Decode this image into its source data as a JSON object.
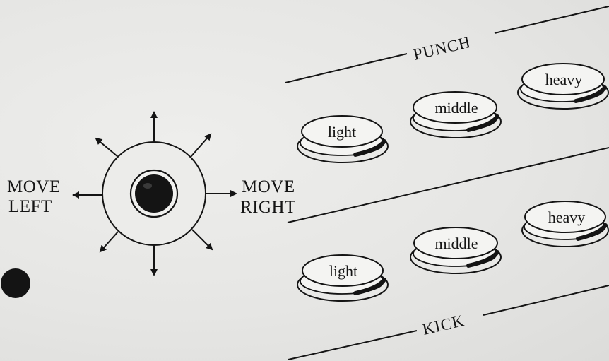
{
  "joystick": {
    "left_label_line1": "MOVE",
    "left_label_line2": "LEFT",
    "right_label_line1": "MOVE",
    "right_label_line2": "RIGHT"
  },
  "punch": {
    "label": "PUNCH",
    "buttons": [
      {
        "label": "light"
      },
      {
        "label": "middle"
      },
      {
        "label": "heavy"
      }
    ]
  },
  "kick": {
    "label": "KICK",
    "buttons": [
      {
        "label": "light"
      },
      {
        "label": "middle"
      },
      {
        "label": "heavy"
      }
    ]
  },
  "colors": {
    "ink": "#141414",
    "panel": "#e7e7e5",
    "button_face": "#f4f4f2"
  }
}
